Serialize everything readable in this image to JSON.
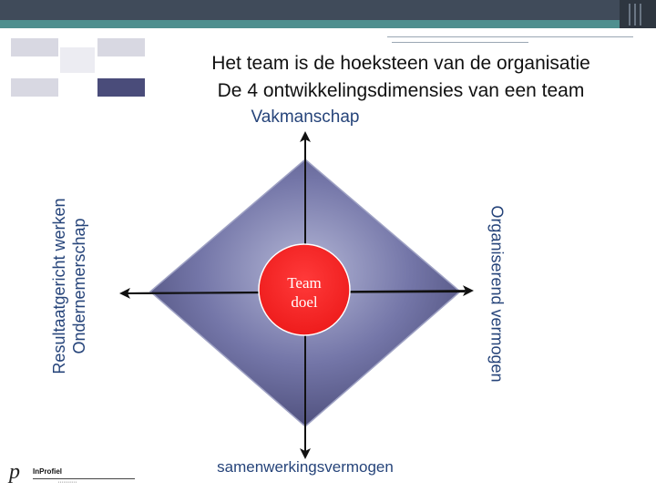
{
  "slide": {
    "title_line1": "Het team is de hoeksteen van de organisatie",
    "title_line2": "De 4 ontwikkelingsdimensies van een team"
  },
  "diagram": {
    "top": "Vakmanschap",
    "bottom": "samenwerkingsvermogen",
    "left_line1": "Resultaatgericht werken",
    "left_line2": "Ondernemerschap",
    "right": "Organiserend vermogen",
    "center_line1": "Team",
    "center_line2": "doel"
  },
  "logo": {
    "glyph": "p",
    "name": "InProfiel"
  },
  "colors": {
    "diamond_light": "#b4b7d6",
    "diamond_dark": "#4b4c78",
    "circle": "#ee1c1c",
    "label_blue": "#26447a",
    "topbar": "#404b5a",
    "accent": "#4f8f8f"
  }
}
